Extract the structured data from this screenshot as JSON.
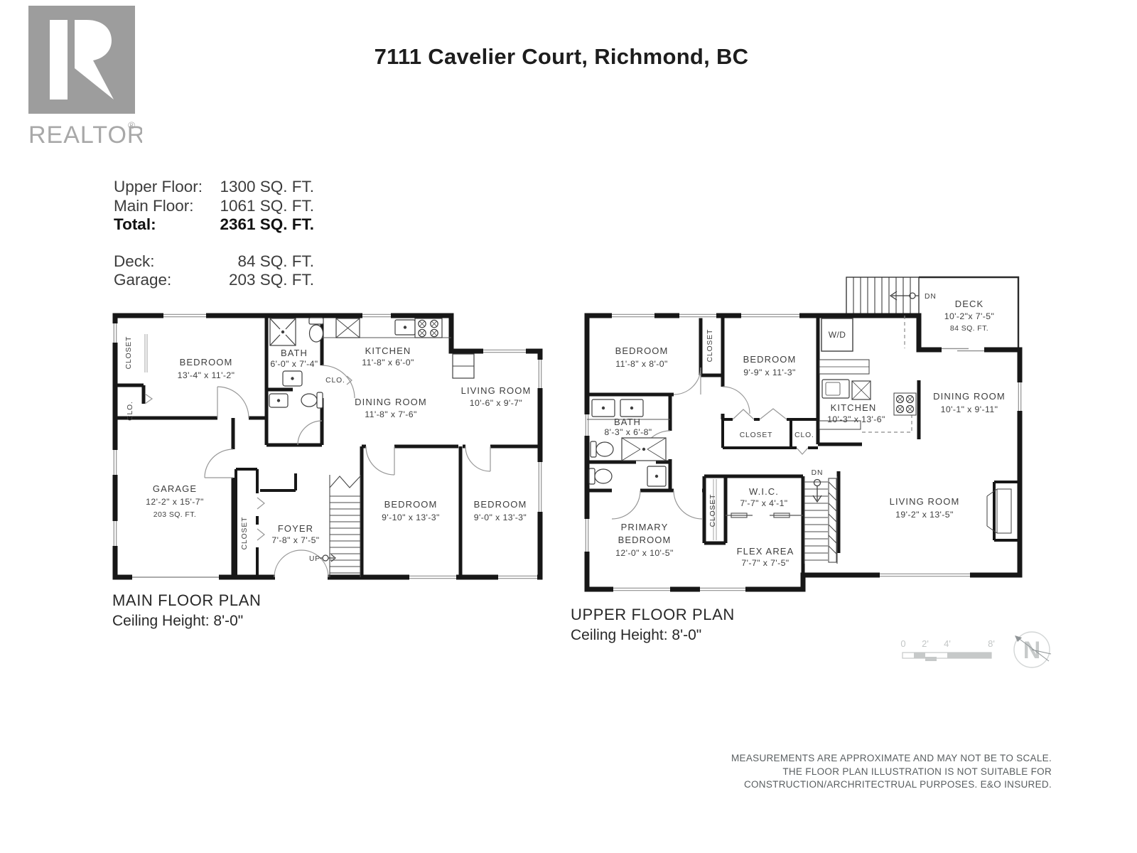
{
  "header": {
    "title": "7111 Cavelier Court, Richmond, BC",
    "logo_text": "REALTOR",
    "logo_reg": "®"
  },
  "stats": {
    "upper_floor": {
      "label": "Upper Floor:",
      "value": "1300 SQ. FT."
    },
    "main_floor": {
      "label": "Main Floor:",
      "value": "1061 SQ. FT."
    },
    "total": {
      "label": "Total:",
      "value": "2361 SQ. FT."
    },
    "deck": {
      "label": "Deck:",
      "value": "84 SQ. FT."
    },
    "garage": {
      "label": "Garage:",
      "value": "203 SQ. FT."
    }
  },
  "main_floor": {
    "caption": "MAIN FLOOR PLAN",
    "ceiling": "Ceiling Height: 8'-0\"",
    "rooms": {
      "bedroom1": {
        "name": "BEDROOM",
        "dims": "13'-4\" x 11'-2\""
      },
      "bath": {
        "name": "BATH",
        "dims": "6'-0\" x 7'-4\""
      },
      "kitchen": {
        "name": "KITCHEN",
        "dims": "11'-8\" x 6'-0\""
      },
      "dining": {
        "name": "DINING ROOM",
        "dims": "11'-8\" x 7'-6\""
      },
      "living": {
        "name": "LIVING ROOM",
        "dims": "10'-6\" x 9'-7\""
      },
      "garage": {
        "name": "GARAGE",
        "dims": "12'-2\" x 15'-7\"",
        "area": "203 SQ. FT."
      },
      "foyer": {
        "name": "FOYER",
        "dims": "7'-8\" x 7'-5\""
      },
      "bedroom2": {
        "name": "BEDROOM",
        "dims": "9'-10\" x 13'-3\""
      },
      "bedroom3": {
        "name": "BEDROOM",
        "dims": "9'-0\" x 13'-3\""
      }
    },
    "labels": {
      "closet_bedroom": "CLOSET",
      "clo_bedroom": "CLO.",
      "clo_hall": "CLO.",
      "closet_foyer": "CLOSET",
      "up": "UP"
    }
  },
  "upper_floor": {
    "caption": "UPPER FLOOR PLAN",
    "ceiling": "Ceiling Height: 8'-0\"",
    "rooms": {
      "bedroom1": {
        "name": "BEDROOM",
        "dims": "11'-8\" x 8'-0\""
      },
      "bedroom2": {
        "name": "BEDROOM",
        "dims": "9'-9\" x 11'-3\""
      },
      "bath": {
        "name": "BATH",
        "dims": "8'-3\" x 6'-8\""
      },
      "kitchen": {
        "name": "KITCHEN",
        "dims": "10'-3\" x 13'-6\""
      },
      "deck": {
        "name": "DECK",
        "dims": "10'-2\"x 7'-5\"",
        "area": "84 SQ. FT."
      },
      "dining": {
        "name": "DINING ROOM",
        "dims": "10'-1\" x 9'-11\""
      },
      "primary": {
        "name_line1": "PRIMARY",
        "name_line2": "BEDROOM",
        "dims": "12'-0\" x 10'-5\""
      },
      "wic": {
        "name": "W.I.C.",
        "dims": "7'-7\" x 4'-1\""
      },
      "flex": {
        "name": "FLEX AREA",
        "dims": "7'-7\" x 7'-5\""
      },
      "living": {
        "name": "LIVING ROOM",
        "dims": "19'-2\" x 13'-5\""
      }
    },
    "labels": {
      "wd": "W/D",
      "closet_bed_divider": "CLOSET",
      "closet_bed2": "CLOSET",
      "clo_band": "CLO.",
      "closet_primary": "CLOSET",
      "dn_deck": "DN",
      "dn_stairs": "DN"
    }
  },
  "scale_bar": {
    "ticks": [
      "0",
      "2'",
      "4'",
      "8'"
    ]
  },
  "compass": {
    "letter": "N"
  },
  "disclaimer": {
    "line1": "MEASUREMENTS ARE APPROXIMATE AND MAY NOT BE TO SCALE.",
    "line2": "THE FLOOR PLAN ILLUSTRATION IS NOT SUITABLE FOR",
    "line3": "CONSTRUCTION/ARCHRITECTRUAL PURPOSES. E&O INSURED."
  },
  "colors": {
    "wall": "#171717",
    "label": "#3e3e3e",
    "light_gray": "#c3c6c6",
    "heading": "#1d1d1d",
    "disclaimer": "#595e60"
  }
}
